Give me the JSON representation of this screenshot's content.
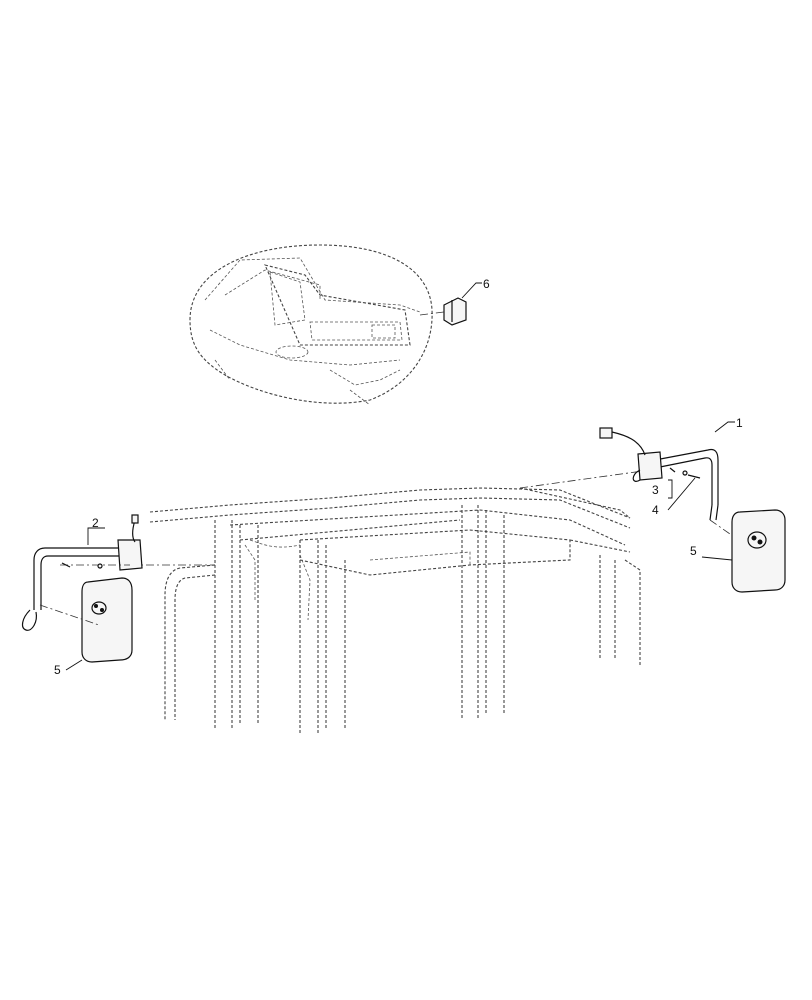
{
  "callouts": {
    "item1": "1",
    "item2": "2",
    "item3": "3",
    "item4": "4",
    "item5_right": "5",
    "item5_left": "5",
    "item6": "6"
  }
}
